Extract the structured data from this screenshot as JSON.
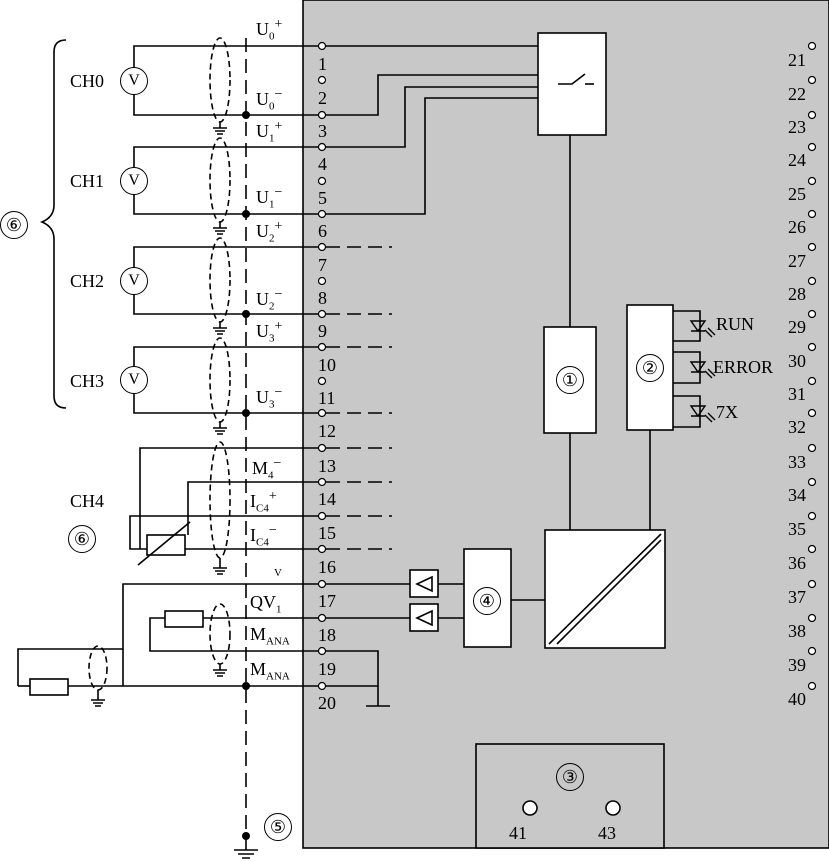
{
  "terminals": [
    "1",
    "2",
    "3",
    "4",
    "5",
    "6",
    "7",
    "8",
    "9",
    "10",
    "11",
    "12",
    "13",
    "14",
    "15",
    "16",
    "17",
    "18",
    "19",
    "20"
  ],
  "terminals_right": [
    "21",
    "22",
    "23",
    "24",
    "25",
    "26",
    "27",
    "28",
    "29",
    "30",
    "31",
    "32",
    "33",
    "34",
    "35",
    "36",
    "37",
    "38",
    "39",
    "40"
  ],
  "channels": [
    "CH0",
    "CH1",
    "CH2",
    "CH3",
    "CH4"
  ],
  "signals": {
    "u0p": {
      "base": "U",
      "sub": "0",
      "sup": "+"
    },
    "u0m": {
      "base": "U",
      "sub": "0",
      "sup": "−"
    },
    "u1p": {
      "base": "U",
      "sub": "1",
      "sup": "+"
    },
    "u1m": {
      "base": "U",
      "sub": "1",
      "sup": "−"
    },
    "u2p": {
      "base": "U",
      "sub": "2",
      "sup": "+"
    },
    "u2m": {
      "base": "U",
      "sub": "2",
      "sup": "−"
    },
    "u3p": {
      "base": "U",
      "sub": "3",
      "sup": "+"
    },
    "u3m": {
      "base": "U",
      "sub": "3",
      "sup": "−"
    },
    "m4m": {
      "base": "M",
      "sub": "4",
      "sup": "−"
    },
    "ic4p": {
      "base": "I",
      "sub": "C4",
      "sup": "+"
    },
    "ic4m": {
      "base": "I",
      "sub": "C4",
      "sup": "−"
    },
    "v": {
      "base": "V",
      "sub": "",
      "sup": ""
    },
    "qv1": {
      "base": "QV",
      "sub": "1",
      "sup": ""
    },
    "mana1": {
      "base": "M",
      "sub": "ANA",
      "sup": ""
    },
    "mana2": {
      "base": "M",
      "sub": "ANA",
      "sup": ""
    }
  },
  "meter_symbol": "V",
  "leds": [
    "RUN",
    "ERROR",
    "7X"
  ],
  "callouts": {
    "c1": "①",
    "c2": "②",
    "c3": "③",
    "c4": "④",
    "c5": "⑤",
    "c6": "⑥"
  },
  "bottom_terminals": [
    "41",
    "43"
  ],
  "colors": {
    "module_fill": "#c8c8c8",
    "line": "#000000",
    "background": "#ffffff"
  }
}
